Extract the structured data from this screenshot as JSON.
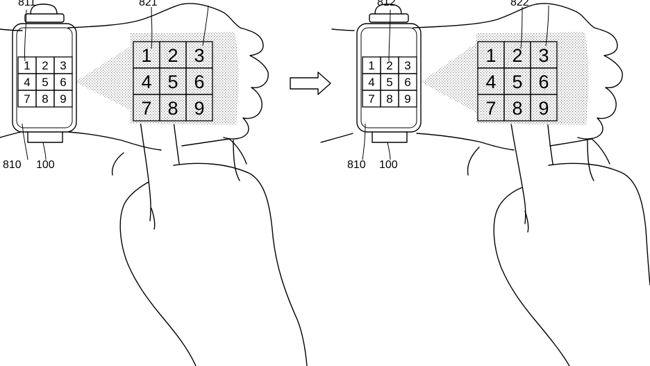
{
  "labels": {
    "left_watch_selected": "811",
    "left_projection_selected": "821",
    "watch_screen": "810",
    "device": "100",
    "right_watch_selected": "812",
    "right_projection_selected": "822"
  },
  "keypad": [
    "1",
    "2",
    "3",
    "4",
    "5",
    "6",
    "7",
    "8",
    "9"
  ],
  "panels": [
    {
      "selected_index": 0
    },
    {
      "selected_index": 1
    }
  ],
  "arrow": "right-arrow",
  "colors": {
    "ink": "#000000",
    "projection": "#c8c8c8",
    "highlight": "#8a8a8a"
  }
}
